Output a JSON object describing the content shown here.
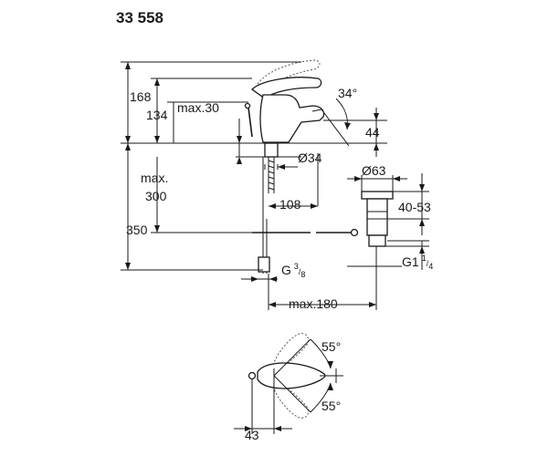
{
  "title": "33 558",
  "dimensions": {
    "total_height": "168",
    "spout_height": "134",
    "max_thickness": "max.30",
    "spout_angle": "34°",
    "spout_clearance": "44",
    "shank_diameter": "Ø34",
    "max_label": "max.",
    "hose_length": "300",
    "spout_reach": "108",
    "waste_diameter": "Ø63",
    "waste_range": "40-53",
    "overall_height": "350",
    "waste_thread": "G1",
    "waste_thread_num": "1",
    "waste_thread_den": "4",
    "supply_thread": "G",
    "supply_thread_num": "3",
    "supply_thread_den": "8",
    "max_offset": "max.180",
    "lever_angle_top": "55°",
    "lever_angle_bottom": "55°",
    "plan_offset": "43"
  }
}
